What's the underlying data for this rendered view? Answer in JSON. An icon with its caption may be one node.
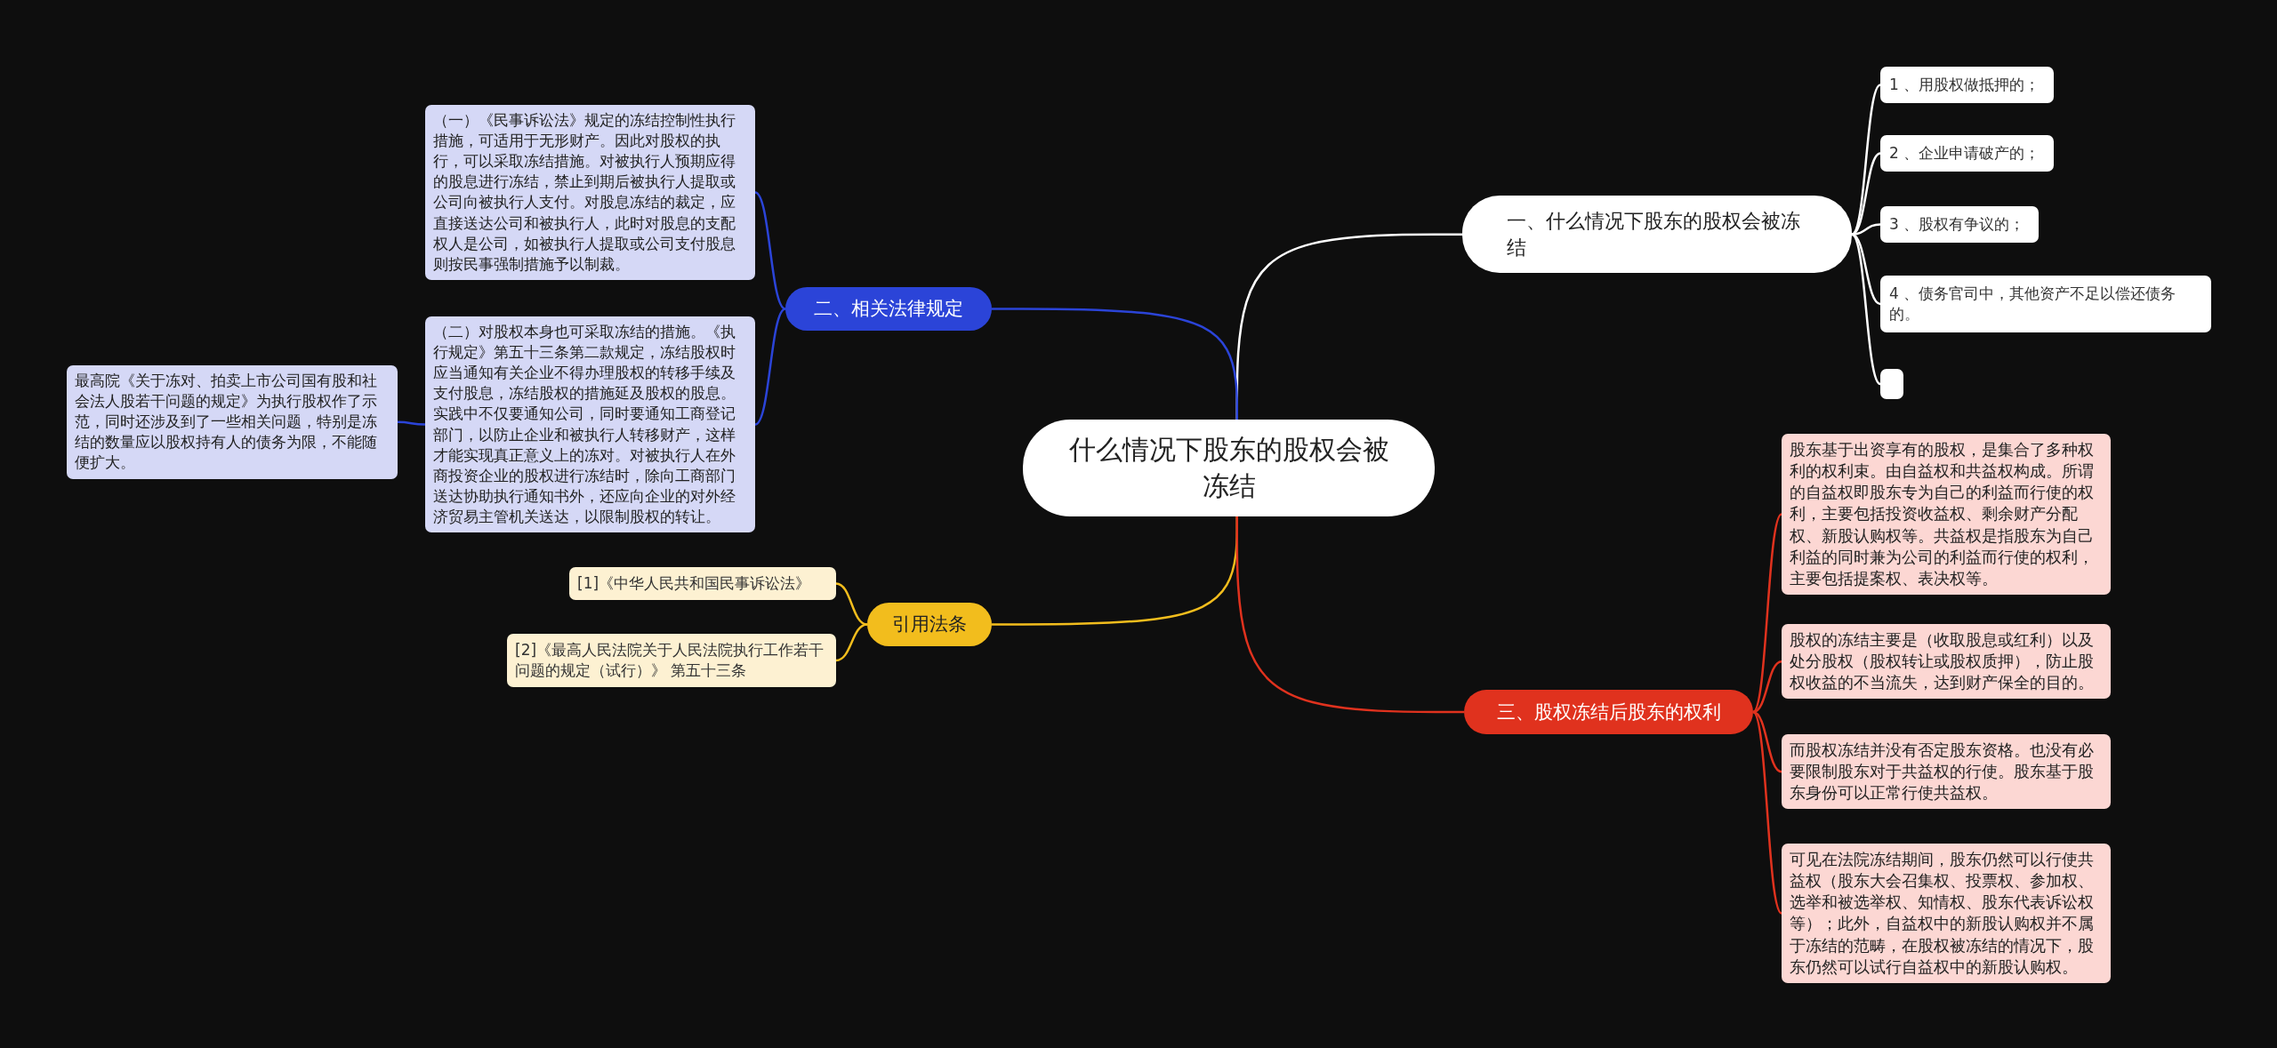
{
  "diagram": {
    "nodes": [
      {
        "text": [
          "什么情况下股东的股权会被冻结"
        ]
      },
      {
        "text": [
          "一、什么情况下股东的股权会被冻结"
        ]
      },
      {
        "text": [
          "1 、用股权做抵押的；"
        ]
      },
      {
        "text": [
          "2 、企业申请破产的；"
        ]
      },
      {
        "text": [
          "3 、股权有争议的；"
        ]
      },
      {
        "text": [
          "4 、债务官司中，其他资产不足以偿还债务的。"
        ]
      },
      {
        "text": [],
        "shape": "box"
      },
      {
        "text": [
          "二、相关法律规定"
        ]
      },
      {
        "text": [
          "（一）《民事诉讼法》规定的冻结控制性执行措施，可适用于无形财产。因此对股权的执行，可以采取冻结措施。对被执行人预期应得的股息进行冻结，禁止到期后被执行人提取或公司向被执行人支付。对股息冻结的裁定，应直接送达公司和被执行人，此时对股息的支配权人是公司，如被执行人提取或公司支付股息则按民事强制措施予以制裁。"
        ]
      },
      {
        "text": [
          "（二）对股权本身也可采取冻结的措施。《执行规定》第五十三条第二款规定，冻结股权时应当通知有关企业不得办理股权的转移手续及支付股息，冻结股权的措施延及股权的股息。实践中不仅要通知公司，同时要通知工商登记部门，以防止企业和被执行人转移财产，这样才能实现真正意义上的冻对。对被执行人在外商投资企业的股权进行冻结时，除向工商部门送达协助执行通知书外，还应向企业的对外经济贸易主管机关送达，以限制股权的转让。"
        ]
      },
      {
        "text": [
          "最高院《关于冻对、拍卖上市公司国有股和社会法人股若干问题的规定》为执行股权作了示范，同时还涉及到了一些相关问题，特别是冻结的数量应以股权持有人的债务为限，不能随便扩大。"
        ]
      },
      {
        "text": [
          "引用法条"
        ]
      },
      {
        "text": [
          "[1]《中华人民共和国民事诉讼法》"
        ]
      },
      {
        "text": [
          "[2]《最高人民法院关于人民法院执行工作若干问题的规定（试行）》 第五十三条"
        ]
      },
      {
        "text": [
          "三、股权冻结后股东的权利"
        ]
      },
      {
        "text": [
          "股东基于出资享有的股权，是集合了多种权利的权利束。由自益权和共益权构成。所谓的自益权即股东专为自己的利益而行使的权利，主要包括投资收益权、剩余财产分配权、新股认购权等。共益权是指股东为自己利益的同时兼为公司的利益而行使的权利，主要包括提案权、表决权等。"
        ]
      },
      {
        "text": [
          "股权的冻结主要是（收取股息或红利）以及处分股权（股权转让或股权质押），防止股权收益的不当流失，达到财产保全的目的。"
        ]
      },
      {
        "text": [
          "而股权冻结并没有否定股东资格。也没有必要限制股东对于共益权的行使。股东基于股东身份可以正常行使共益权。"
        ]
      },
      {
        "text": [
          "可见在法院冻结期间，股东仍然可以行使共益权（股东大会召集权、投票权、参加权、选举和被选举权、知情权、股东代表诉讼权等）；此外，自益权中的新股认购权并不属于冻结的范畴，在股权被冻结的情况下，股东仍然可以试行自益权中的新股认购权。"
        ]
      }
    ],
    "edges": [
      {
        "from": 0,
        "to": 1,
        "arrow": "none"
      },
      {
        "from": 1,
        "to": 2,
        "arrow": "none"
      },
      {
        "from": 1,
        "to": 3,
        "arrow": "none"
      },
      {
        "from": 1,
        "to": 4,
        "arrow": "none"
      },
      {
        "from": 1,
        "to": 5,
        "arrow": "none"
      },
      {
        "from": 1,
        "to": 6,
        "arrow": "none"
      },
      {
        "from": 0,
        "to": 7,
        "arrow": "none",
        "color": "#2b44d8"
      },
      {
        "from": 7,
        "to": 8,
        "arrow": "none",
        "color": "#2b44d8"
      },
      {
        "from": 7,
        "to": 9,
        "arrow": "none",
        "color": "#2b44d8"
      },
      {
        "from": 9,
        "to": 10,
        "arrow": "none",
        "color": "#2b44d8"
      },
      {
        "from": 0,
        "to": 11,
        "arrow": "none",
        "color": "#f2bd1d"
      },
      {
        "from": 11,
        "to": 12,
        "arrow": "none",
        "color": "#f2bd1d"
      },
      {
        "from": 11,
        "to": 13,
        "arrow": "none",
        "color": "#f2bd1d"
      },
      {
        "from": 0,
        "to": 14,
        "arrow": "none",
        "color": "#e0321e"
      },
      {
        "from": 14,
        "to": 15,
        "arrow": "none",
        "color": "#e0321e"
      },
      {
        "from": 14,
        "to": 16,
        "arrow": "none",
        "color": "#e0321e"
      },
      {
        "from": 14,
        "to": 17,
        "arrow": "none",
        "color": "#e0321e"
      },
      {
        "from": 14,
        "to": 18,
        "arrow": "none",
        "color": "#e0321e"
      }
    ]
  }
}
